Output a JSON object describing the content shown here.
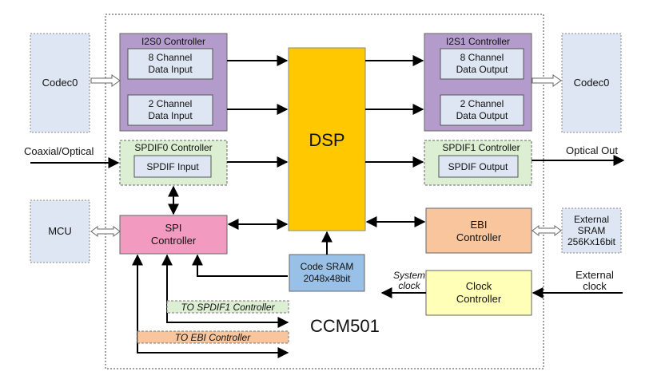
{
  "chip_name": "CCM501",
  "dsp": {
    "label": "DSP"
  },
  "codec_left": {
    "label": "Codec0"
  },
  "codec_right": {
    "label": "Codec0"
  },
  "mcu": {
    "label": "MCU"
  },
  "i2s0": {
    "title": "I2S0 Controller",
    "box1_line1": "8 Channel",
    "box1_line2": "Data Input",
    "box2_line1": "2 Channel",
    "box2_line2": "Data Input"
  },
  "i2s1": {
    "title": "I2S1 Controller",
    "box1_line1": "8 Channel",
    "box1_line2": "Data Output",
    "box2_line1": "2 Channel",
    "box2_line2": "Data Output"
  },
  "spdif0": {
    "title": "SPDIF0 Controller",
    "inner": "SPDIF Input"
  },
  "spdif1": {
    "title": "SPDIF1 Controller",
    "inner": "SPDIF Output"
  },
  "spi": {
    "line1": "SPI",
    "line2": "Controller"
  },
  "ebi": {
    "line1": "EBI",
    "line2": "Controller"
  },
  "code_sram": {
    "line1": "Code SRAM",
    "line2": "2048x48bit"
  },
  "clock": {
    "line1": "Clock",
    "line2": "Controller"
  },
  "ext_sram": {
    "line1": "External",
    "line2": "SRAM",
    "line3": "256Kx16bit"
  },
  "labels": {
    "coaxial": "Coaxial/Optical",
    "optical_out": "Optical Out",
    "system_clock_1": "System",
    "system_clock_2": "clock",
    "external_clock_1": "External",
    "external_clock_2": "clock",
    "to_spdif1": "TO SPDIF1 Controller",
    "to_ebi": "TO EBI Controller"
  },
  "colors": {
    "codec": "#dde6f2",
    "i2s": "#b39ccc",
    "inner": "#dde6f2",
    "spdif": "#dcefd3",
    "dsp": "#ffc800",
    "spi": "#f39ac0",
    "ebi": "#f9c59c",
    "code_sram": "#99c0e6",
    "clock": "#ffffb8"
  }
}
